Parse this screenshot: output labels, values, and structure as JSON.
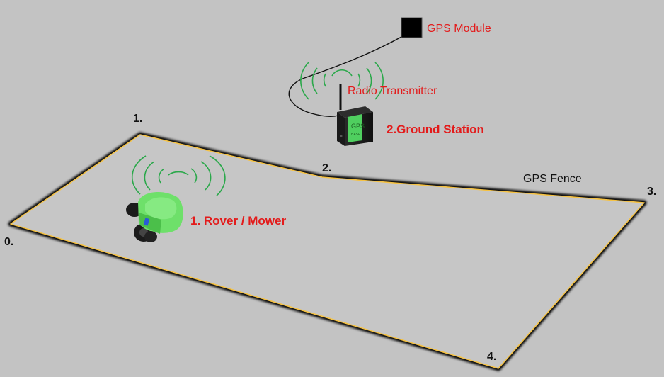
{
  "labels": {
    "gps_module": "GPS Module",
    "radio_transmitter": "Radio Transmitter",
    "ground_station": "2.Ground Station",
    "rover": "1. Rover / Mower",
    "gps_fence": "GPS Fence",
    "device_text": "GPS",
    "device_subtext": "BASE"
  },
  "fence_points": {
    "p0": "0.",
    "p1": "1.",
    "p2": "2.",
    "p3": "3.",
    "p4": "4."
  },
  "colors": {
    "background": "#c3c3c3",
    "fence_edge": "#f5c244",
    "fence_border": "#000000",
    "signal_wave": "#2aa84a",
    "device_green": "#4fcf5f",
    "rover_green": "#6ee06a",
    "label_red": "#e31b1b",
    "label_black": "#111111"
  },
  "icons": {
    "gps_module": "black-square",
    "ground_station": "gps-base-device",
    "rover": "robotic-mower",
    "signal": "radio-waves"
  }
}
